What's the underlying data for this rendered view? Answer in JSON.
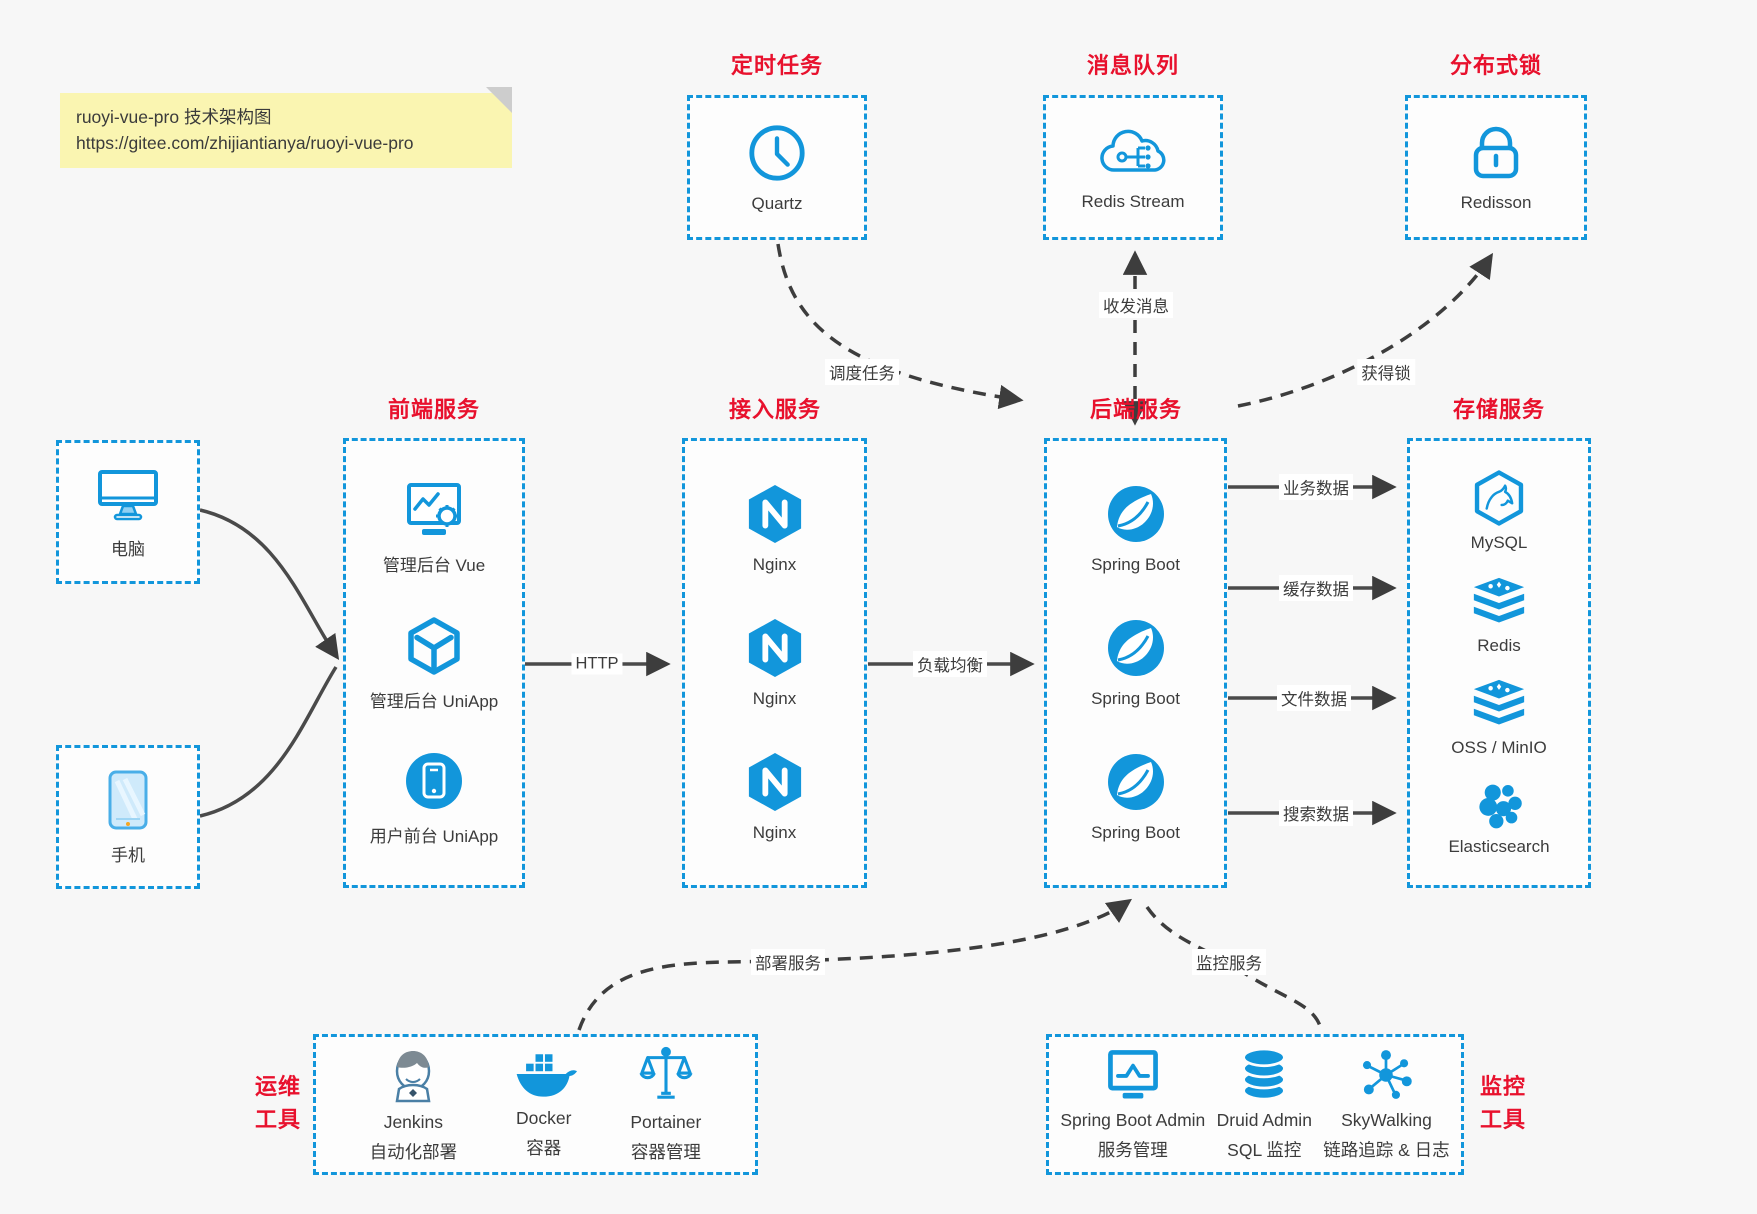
{
  "note": {
    "line1": "ruoyi-vue-pro 技术架构图",
    "line2": "https://gitee.com/zhijiantianya/ruoyi-vue-pro"
  },
  "top_groups": [
    {
      "title": "定时任务",
      "label": "Quartz",
      "icon": "clock-icon"
    },
    {
      "title": "消息队列",
      "label": "Redis Stream",
      "icon": "cloud-stream-icon"
    },
    {
      "title": "分布式锁",
      "label": "Redisson",
      "icon": "lock-icon"
    }
  ],
  "clients": [
    {
      "label": "电脑",
      "icon": "desktop-icon"
    },
    {
      "label": "手机",
      "icon": "phone-icon"
    }
  ],
  "columns": {
    "frontend": {
      "title": "前端服务",
      "items": [
        {
          "label": "管理后台 Vue",
          "icon": "admin-vue-icon"
        },
        {
          "label": "管理后台 UniApp",
          "icon": "uniapp-cube-icon"
        },
        {
          "label": "用户前台 UniApp",
          "icon": "user-app-icon"
        }
      ]
    },
    "gateway": {
      "title": "接入服务",
      "items": [
        {
          "label": "Nginx",
          "icon": "nginx-icon"
        },
        {
          "label": "Nginx",
          "icon": "nginx-icon"
        },
        {
          "label": "Nginx",
          "icon": "nginx-icon"
        }
      ]
    },
    "backend": {
      "title": "后端服务",
      "items": [
        {
          "label": "Spring Boot",
          "icon": "spring-icon"
        },
        {
          "label": "Spring Boot",
          "icon": "spring-icon"
        },
        {
          "label": "Spring Boot",
          "icon": "spring-icon"
        }
      ]
    },
    "storage": {
      "title": "存储服务",
      "items": [
        {
          "label": "MySQL",
          "icon": "mysql-icon"
        },
        {
          "label": "Redis",
          "icon": "redis-icon"
        },
        {
          "label": "OSS / MinIO",
          "icon": "oss-icon"
        },
        {
          "label": "Elasticsearch",
          "icon": "elasticsearch-icon"
        }
      ]
    }
  },
  "ops": {
    "title_lines": [
      "运维",
      "工具"
    ],
    "items": [
      {
        "name": "Jenkins",
        "desc": "自动化部署",
        "icon": "jenkins-icon"
      },
      {
        "name": "Docker",
        "desc": "容器",
        "icon": "docker-icon"
      },
      {
        "name": "Portainer",
        "desc": "容器管理",
        "icon": "portainer-icon"
      }
    ]
  },
  "monitoring": {
    "title_lines": [
      "监控",
      "工具"
    ],
    "items": [
      {
        "name": "Spring Boot Admin",
        "desc": "服务管理",
        "icon": "admin-monitor-icon"
      },
      {
        "name": "Druid Admin",
        "desc": "SQL 监控",
        "icon": "database-icon"
      },
      {
        "name": "SkyWalking",
        "desc": "链路追踪 & 日志",
        "icon": "skywalking-icon"
      }
    ]
  },
  "edges": {
    "http": "HTTP",
    "load_balance": "负载均衡",
    "schedule": "调度任务",
    "message": "收发消息",
    "lock": "获得锁",
    "deploy": "部署服务",
    "monitor": "监控服务",
    "business_data": "业务数据",
    "cache_data": "缓存数据",
    "file_data": "文件数据",
    "search_data": "搜索数据"
  },
  "colors": {
    "accent_blue": "#1296db",
    "title_red": "#e8112d",
    "wire_gray": "#3d3d3d",
    "note_yellow": "#faf5b1",
    "background": "#f7f7f7"
  }
}
